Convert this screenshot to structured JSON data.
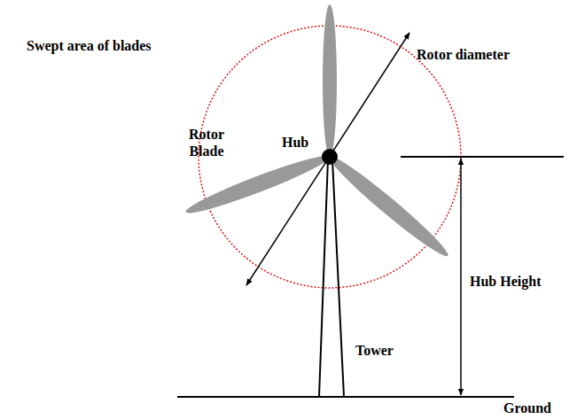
{
  "diagram": {
    "labels": [
      "Swept area of blades",
      "Rotor diameter",
      "Rotor Blade",
      "Hub",
      "Hub Height",
      "Tower",
      "Ground"
    ]
  }
}
